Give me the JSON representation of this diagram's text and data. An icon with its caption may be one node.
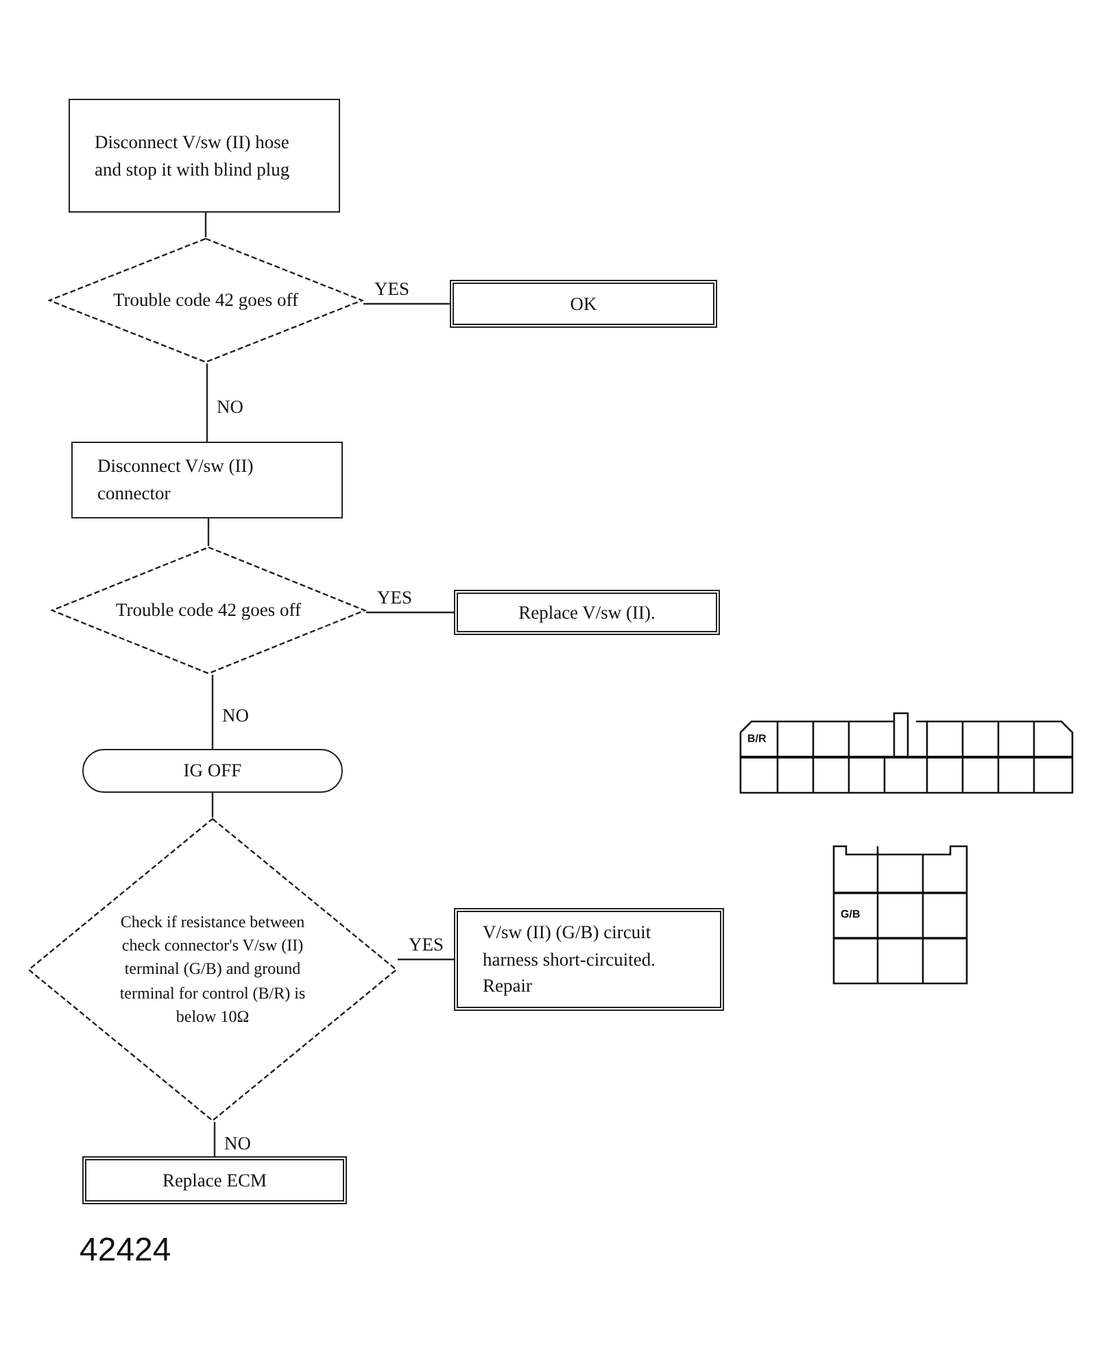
{
  "diagram": {
    "nodes": [
      {
        "text": [
          "Disconnect V/sw (II) hose and stop it with blind plug"
        ]
      },
      {
        "text": [
          "Trouble code 42 goes off"
        ]
      },
      {
        "text": [
          "OK"
        ]
      },
      {
        "text": [
          "Disconnect V/sw (II) connector"
        ]
      },
      {
        "text": [
          "Trouble code 42 goes off"
        ]
      },
      {
        "text": [
          "Replace V/sw (II)."
        ]
      },
      {
        "text": [
          "IG OFF"
        ]
      },
      {
        "text": [
          "Check if resistance between check connector's V/sw (II) terminal (G/B) and ground terminal for control (B/R) is below 10Ω"
        ]
      },
      {
        "text": [
          "V/sw (II) (G/B) circuit harness short-circuited. Repair"
        ]
      },
      {
        "text": [
          "Replace ECM"
        ]
      }
    ],
    "edges": [
      {
        "from": 0,
        "to": 1,
        "arrow": "none"
      },
      {
        "from": 1,
        "to": 2,
        "arrow": "none",
        "label": "YES"
      },
      {
        "from": 1,
        "to": 3,
        "arrow": "none",
        "label": "NO"
      },
      {
        "from": 3,
        "to": 4,
        "arrow": "none"
      },
      {
        "from": 4,
        "to": 5,
        "arrow": "none",
        "label": "YES"
      },
      {
        "from": 4,
        "to": 6,
        "arrow": "none",
        "label": "NO"
      },
      {
        "from": 6,
        "to": 7,
        "arrow": "none"
      },
      {
        "from": 7,
        "to": 8,
        "arrow": "none",
        "label": "YES"
      },
      {
        "from": 7,
        "to": 9,
        "arrow": "none",
        "label": "NO"
      }
    ],
    "labels": [
      "B/R",
      "G/B",
      "42424"
    ]
  }
}
